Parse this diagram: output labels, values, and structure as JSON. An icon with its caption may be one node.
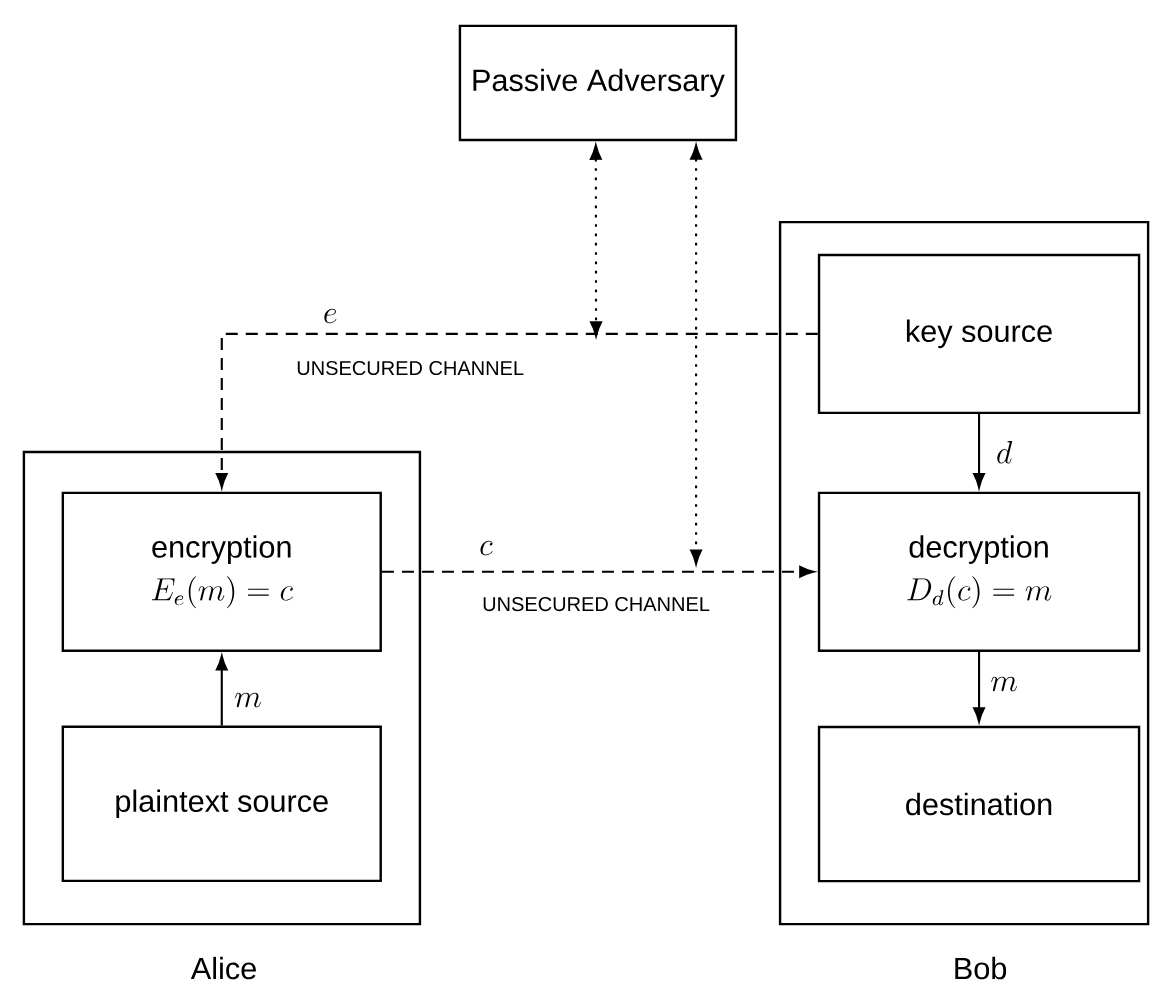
{
  "diagram": {
    "nodes": [
      {
        "text": [
          "Passive Adversary"
        ]
      },
      {
        "text": [],
        "shape": "box",
        "beside": [
          "Alice"
        ]
      },
      {
        "text": [
          "encryption",
          "E_e(m) = c"
        ],
        "in": 1
      },
      {
        "text": [
          "plaintext source"
        ],
        "in": 1
      },
      {
        "text": [],
        "shape": "box",
        "beside": [
          "Bob"
        ]
      },
      {
        "text": [
          "key source"
        ],
        "in": 4
      },
      {
        "text": [
          "decryption",
          "D_d(c) = m"
        ],
        "in": 4
      },
      {
        "text": [
          "destination"
        ],
        "in": 4
      }
    ],
    "edges": [
      {
        "from": 5,
        "to": 2,
        "arrow": "to",
        "style": "dashed",
        "label": "e"
      },
      {
        "from": 2,
        "to": 6,
        "arrow": "to",
        "style": "dashed",
        "label": "c"
      },
      {
        "from": 0,
        "to": null,
        "arrow": "both",
        "style": "dashed"
      },
      {
        "from": 0,
        "to": null,
        "arrow": "both",
        "style": "dashed"
      },
      {
        "from": 5,
        "to": 6,
        "arrow": "to",
        "label": "d"
      },
      {
        "from": 3,
        "to": 2,
        "arrow": "to",
        "label": "m"
      },
      {
        "from": 6,
        "to": 7,
        "arrow": "to",
        "label": "m"
      }
    ],
    "labels": [
      "UNSECURED CHANNEL",
      "UNSECURED CHANNEL"
    ]
  }
}
